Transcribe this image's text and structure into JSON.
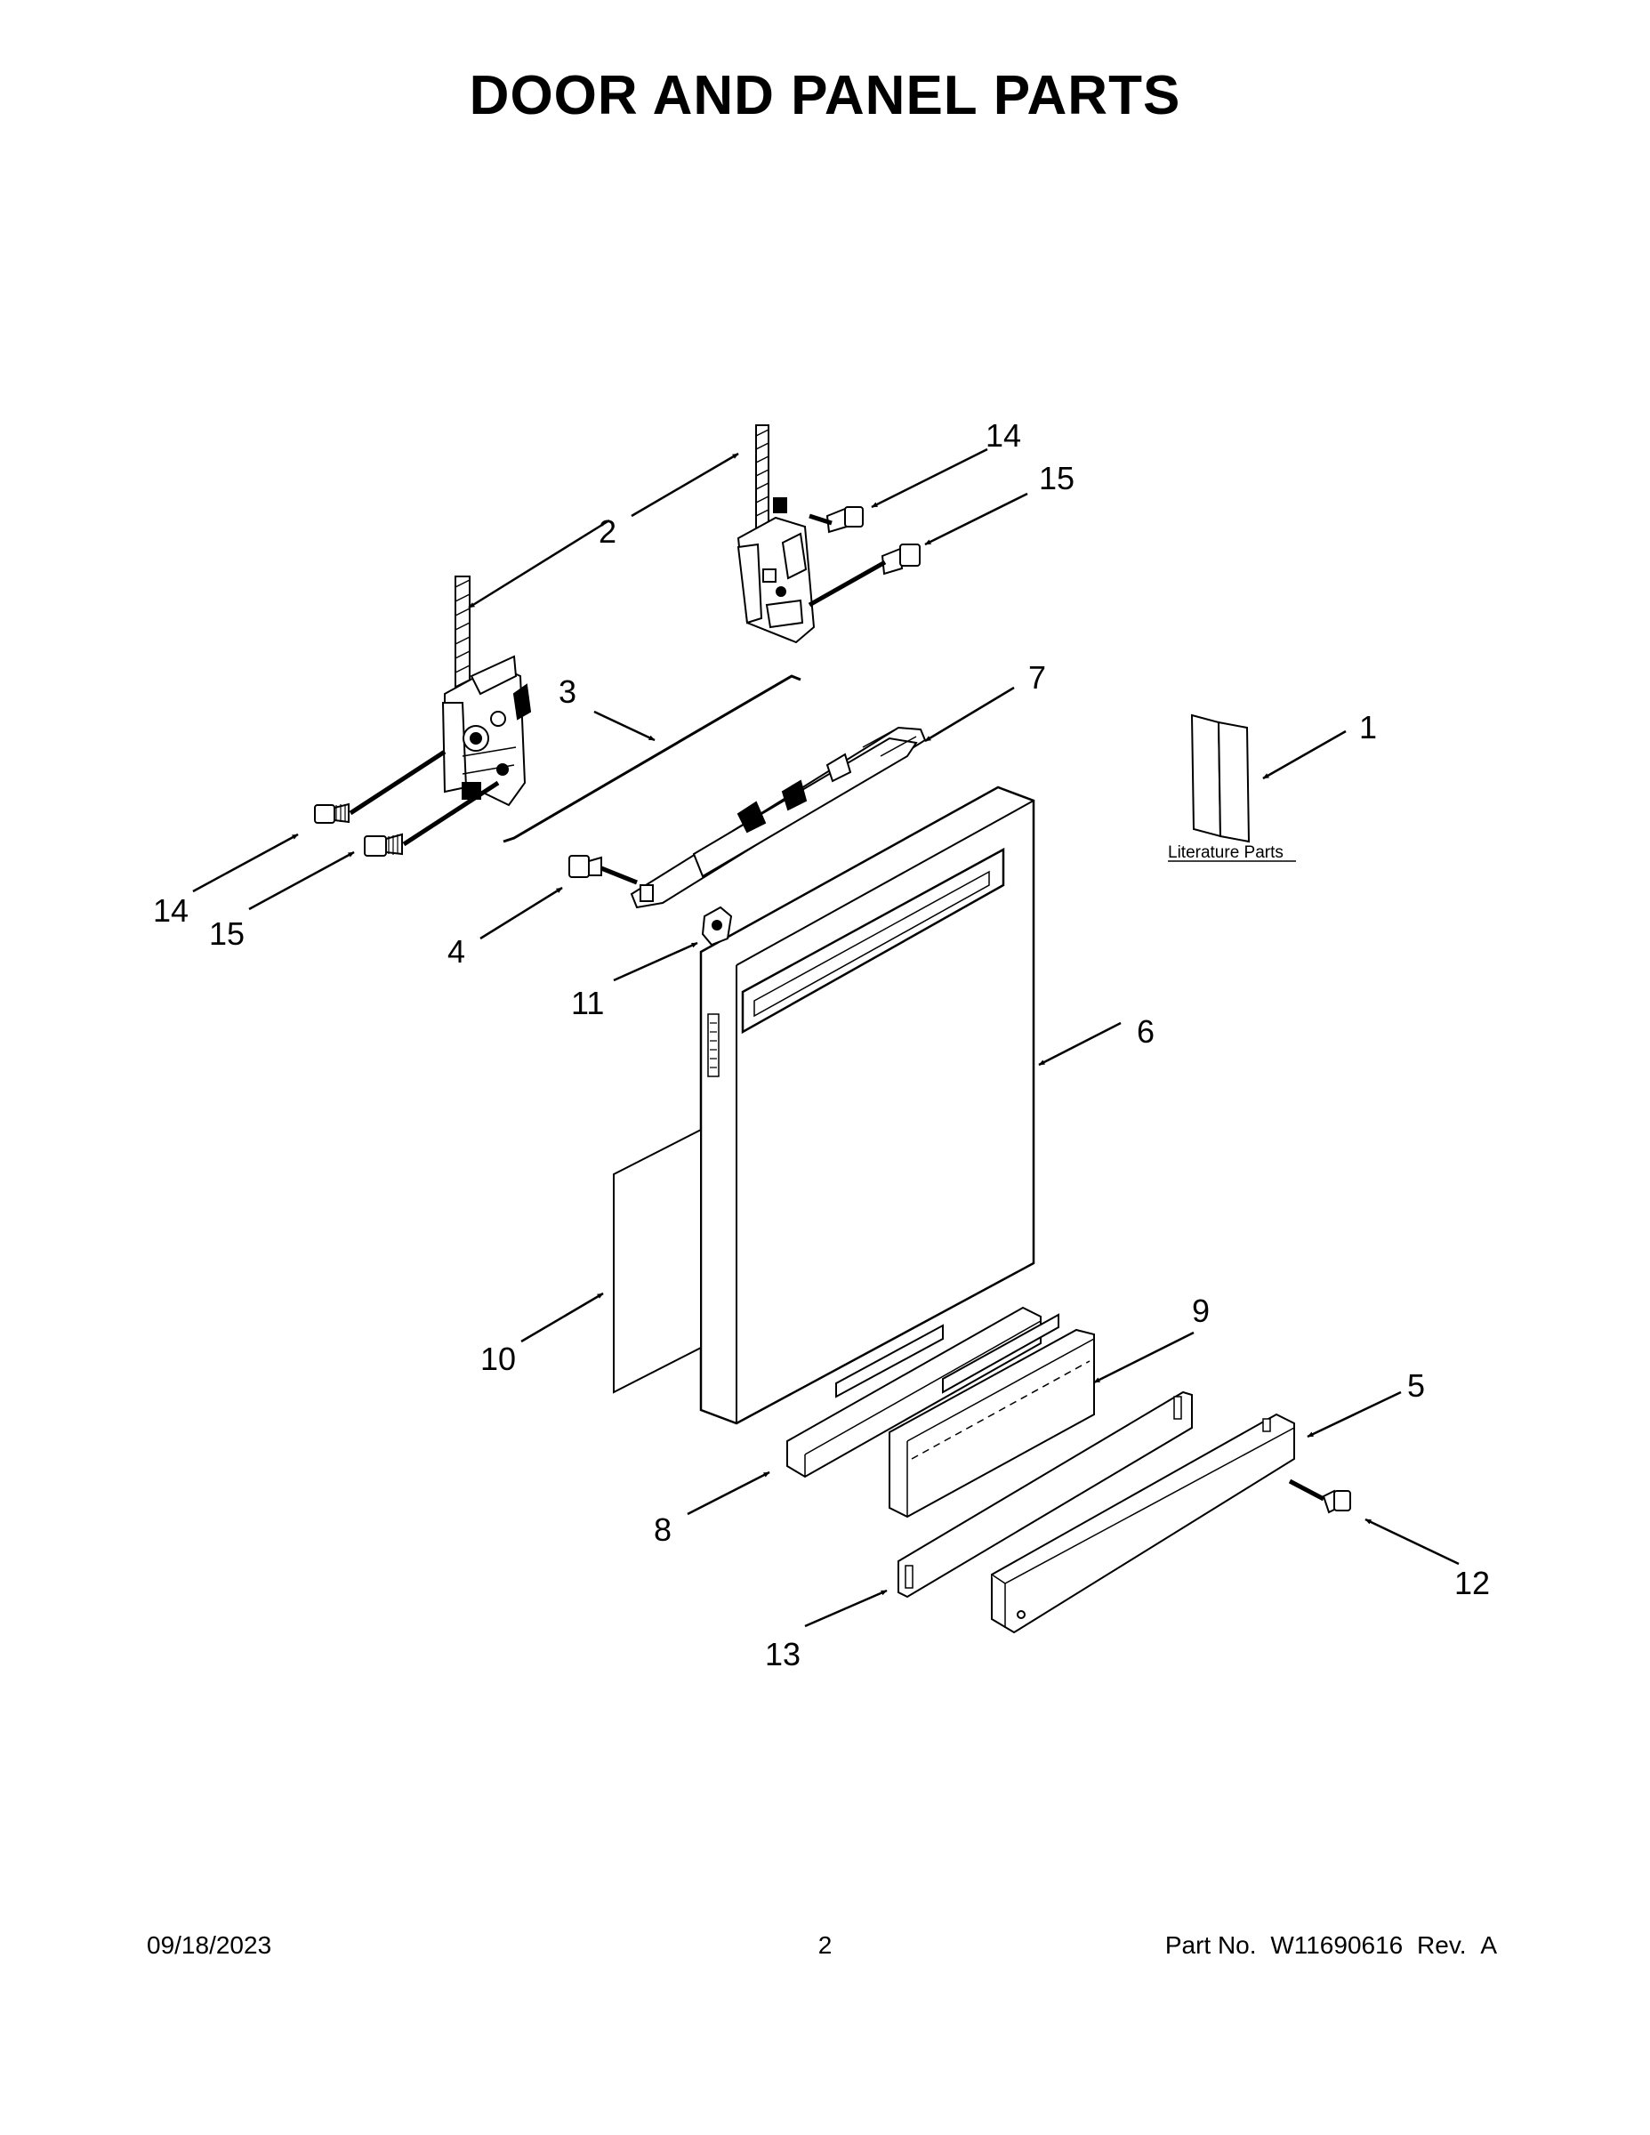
{
  "page_title": "DOOR AND PANEL PARTS",
  "literature_label": "Literature Parts",
  "callouts": [
    "1",
    "2",
    "3",
    "4",
    "5",
    "6",
    "7",
    "8",
    "9",
    "10",
    "11",
    "12",
    "13",
    "14",
    "15",
    "14",
    "15"
  ],
  "footer": {
    "date": "09/18/2023",
    "page_number": "2",
    "part_label": "Part No.",
    "part_number": "W11690616",
    "rev_label": "Rev.",
    "rev": "A"
  }
}
